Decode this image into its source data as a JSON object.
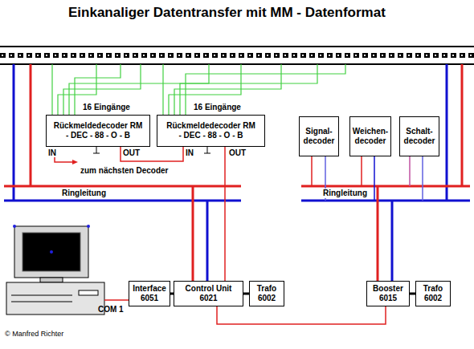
{
  "diagram": {
    "title": "Einkanaliger Datentransfer mit MM - Datenformat",
    "nodes": [
      {
        "text": [
          "16 Eingänge",
          "Rückmeldedecoder RM - DEC - 88 - O - B"
        ]
      },
      {
        "text": [
          "16 Eingänge",
          "Rückmeldedecoder RM - DEC - 88 - O - B"
        ]
      },
      {
        "text": [
          "Signal- decoder"
        ]
      },
      {
        "text": [
          "Weichen- decoder"
        ]
      },
      {
        "text": [
          "Schalt- decoder"
        ]
      },
      {
        "text": [
          "Interface 6051"
        ]
      },
      {
        "text": [
          "Control Unit 6021"
        ]
      },
      {
        "text": [
          "Trafo 6002"
        ]
      },
      {
        "text": [
          "Booster 6015"
        ]
      },
      {
        "text": [
          "Trafo 6002"
        ]
      }
    ],
    "edges": [
      {
        "from": 0,
        "to": 1,
        "arrow": "none"
      },
      {
        "from": 1,
        "to": 6,
        "arrow": "none"
      },
      {
        "from": 5,
        "to": 6,
        "arrow": "none"
      },
      {
        "from": 6,
        "to": 7,
        "arrow": "none"
      },
      {
        "from": 6,
        "to": 8,
        "arrow": "none"
      },
      {
        "from": 8,
        "to": 9,
        "arrow": "none"
      }
    ],
    "labels": [
      "IN",
      "OUT",
      "zum nächsten Decoder",
      "IN",
      "OUT",
      "Ringleitung",
      "Ringleitung",
      "COM 1",
      "© Manfred Richter"
    ]
  }
}
